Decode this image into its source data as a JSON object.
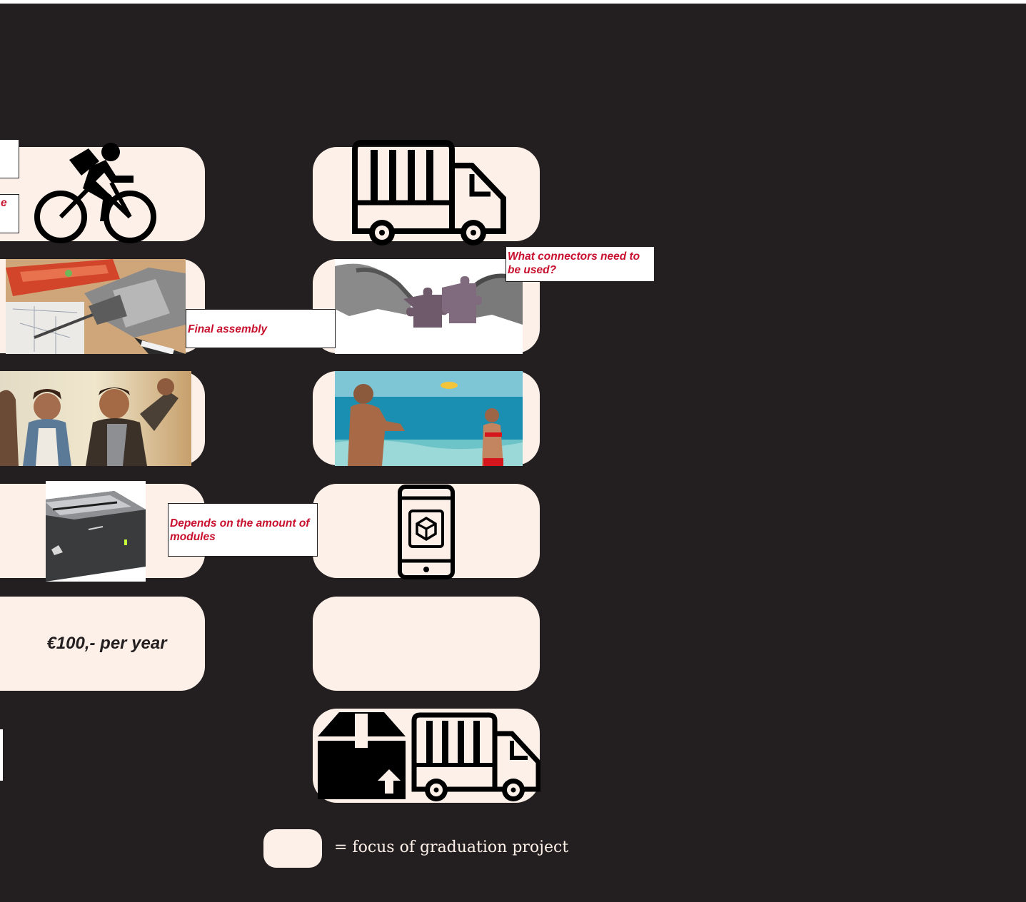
{
  "notes": {
    "connectors": "What connectors need to be used?",
    "final_assembly": "Final assembly",
    "modules": "Depends on the amount of modules",
    "partial_letter": "e"
  },
  "price": "€100,- per year",
  "legend": {
    "text": "= focus of graduation project"
  },
  "icons": [
    "cyclist-icon",
    "truck-icon",
    "smartphone-ar-icon",
    "box-upload-icon",
    "truck-icon"
  ],
  "colors": {
    "background": "#231f20",
    "highlight": "#fdf0e8",
    "note_text": "#c8102e"
  }
}
